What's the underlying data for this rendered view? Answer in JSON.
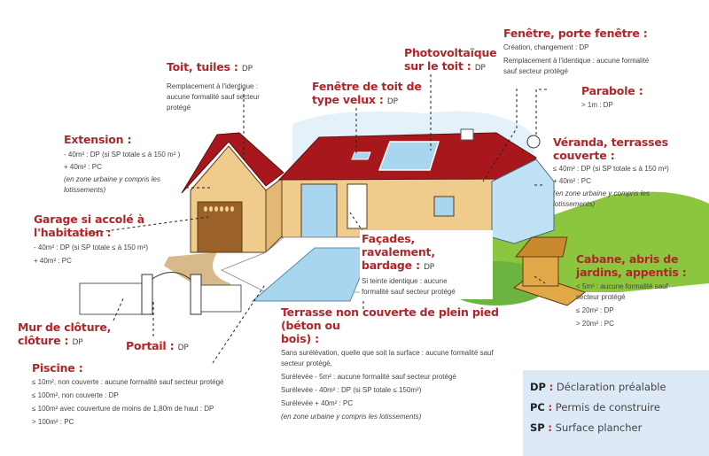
{
  "colors": {
    "title_red": "#b0262a",
    "text_gray": "#444444",
    "roof_red": "#a8171c",
    "wall_beige": "#efcb8c",
    "glass_blue": "#a9d6ef",
    "lawn_green": "#8cc63f",
    "legend_bg": "#dde9f6"
  },
  "labels": {
    "toit": {
      "title": "Toit, tuiles :",
      "tag": "DP",
      "lines": [
        "Remplacement à l'identique :",
        "aucune formalité sauf secteur",
        "protégé"
      ]
    },
    "velux": {
      "title1": "Fenêtre de toit de",
      "title2": "type velux :",
      "tag": "DP"
    },
    "photovoltaique": {
      "title1": "Photovoltaïque",
      "title2": "sur le toit :",
      "tag": "DP"
    },
    "fenetre": {
      "title": "Fenêtre, porte fenêtre :",
      "lines": [
        "Création, changement : DP",
        "Remplacement à l'identique : aucune formalité",
        "sauf secteur protégé"
      ]
    },
    "parabole": {
      "title": "Parabole :",
      "lines": [
        "> 1m : DP"
      ]
    },
    "extension": {
      "title": "Extension :",
      "lines": [
        "- 40m² : DP (si SP totale ≤ à 150 m² )",
        "+ 40m² : PC"
      ],
      "note1": "(en zone urbaine y compris les",
      "note2": "lotissements)"
    },
    "veranda": {
      "title1": "Véranda, terrasses",
      "title2": "couverte :",
      "lines": [
        "≤ 40m² : DP (si SP totale ≤ à 150 m²)",
        "+ 40m² : PC"
      ],
      "note1": "(en zone urbaine y compris les",
      "note2": "lotissements)"
    },
    "garage": {
      "title1": "Garage si accolé à",
      "title2": "l'habitation :",
      "lines": [
        "- 40m² : DP (si SP totale ≤ à 150 m²)",
        "+ 40m² : PC"
      ]
    },
    "facades": {
      "title1": "Façades, ravalement,",
      "title2": "bardage :",
      "tag": "DP",
      "lines": [
        "Si teinte identique : aucune",
        "formalité sauf secteur protégé"
      ]
    },
    "cabane": {
      "title1": "Cabane, abris de",
      "title2": "jardins, appentis :",
      "lines": [
        "< 5m² : aucune formalité sauf",
        "secteur protégé",
        "≤ 20m² : DP",
        "> 20m² : PC"
      ]
    },
    "mur": {
      "title1": "Mur de clôture,",
      "title2": "clôture :",
      "tag": "DP"
    },
    "portail": {
      "title": "Portail :",
      "tag": "DP"
    },
    "terrasse": {
      "title1": "Terrasse non couverte de plein pied (béton ou",
      "title2": "bois) :",
      "lines": [
        "Sans surélévation, quelle que soit la surface : aucune formalité sauf",
        "secteur protégé,",
        "Surélevée - 5m² : aucune formalité sauf secteur protégé",
        "Surélevée - 40m² : DP (si SP totale ≤ 150m²)",
        "Surélevée + 40m² : PC"
      ],
      "note": "(en zone urbaine y compris les lotissements)"
    },
    "piscine": {
      "title": "Piscine :",
      "lines": [
        "≤ 10m², non couverte : aucune formalité sauf secteur protégé",
        "≤ 100m², non couverte : DP",
        "≤ 100m² avec couverture de moins de 1,80m de haut : DP",
        "> 100m² : PC"
      ]
    }
  },
  "legend": [
    {
      "abbr": "DP",
      "sep": ":",
      "meaning": "Déclaration préalable"
    },
    {
      "abbr": "PC",
      "sep": ":",
      "meaning": "Permis de construire"
    },
    {
      "abbr": "SP",
      "sep": ":",
      "meaning": "Surface plancher"
    }
  ]
}
